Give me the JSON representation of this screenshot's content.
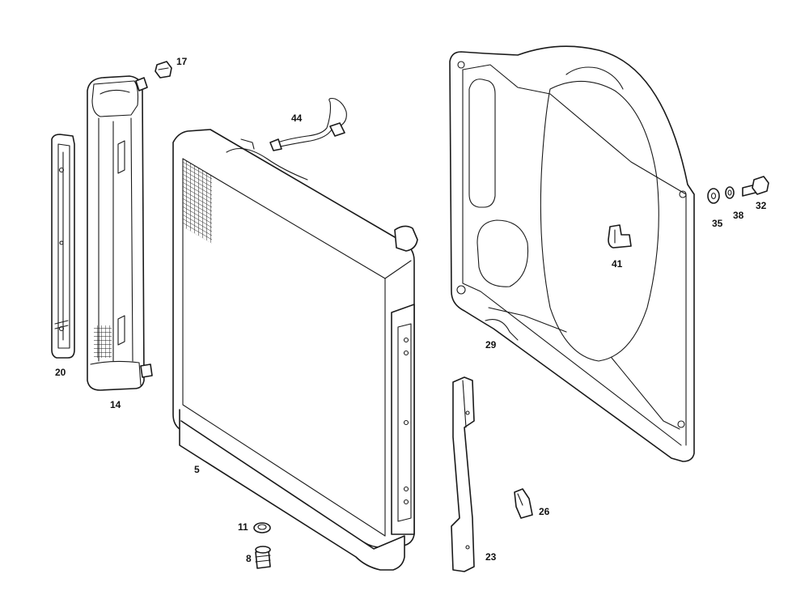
{
  "callouts": {
    "p5": "5",
    "p8": "8",
    "p11": "11",
    "p14": "14",
    "p17": "17",
    "p20": "20",
    "p23": "23",
    "p26": "26",
    "p29": "29",
    "p32": "32",
    "p35": "35",
    "p38": "38",
    "p41": "41",
    "p44": "44"
  }
}
